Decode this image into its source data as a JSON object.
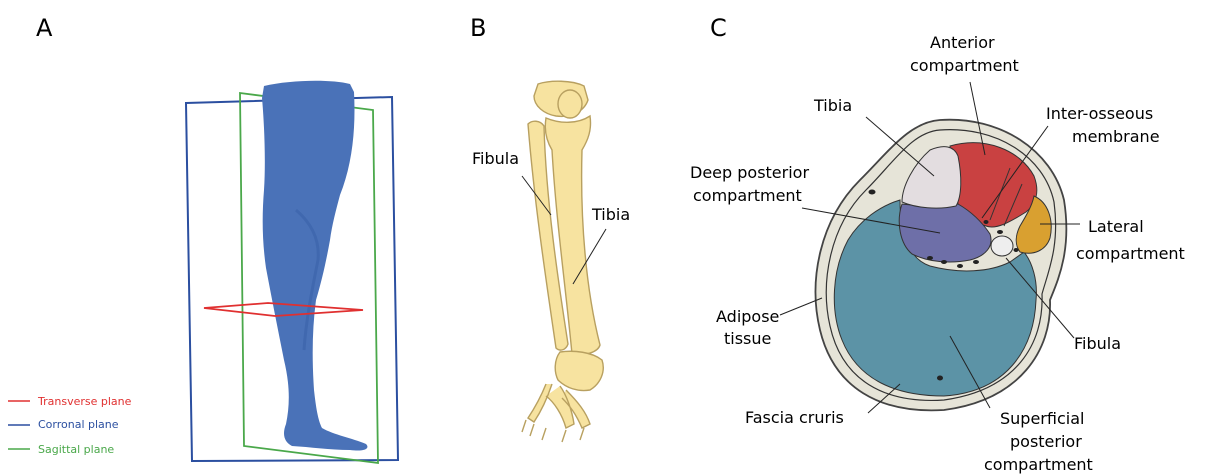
{
  "panels": {
    "a": {
      "letter": "A",
      "legend": [
        {
          "label": "Transverse plane",
          "color": "#e03030"
        },
        {
          "label": "Corronal plane",
          "color": "#2b4fa0"
        },
        {
          "label": "Sagittal plane",
          "color": "#4aa84a"
        }
      ],
      "leg_color": "#4a72b8"
    },
    "b": {
      "letter": "B",
      "labels": {
        "fibula": "Fibula",
        "tibia": "Tibia"
      },
      "bone_color": "#f7e3a0"
    },
    "c": {
      "letter": "C",
      "labels": {
        "anterior_1": "Anterior",
        "anterior_2": "compartment",
        "tibia": "Tibia",
        "interosseous_1": "Inter-osseous",
        "interosseous_2": "membrane",
        "deep_posterior_1": "Deep posterior",
        "deep_posterior_2": "compartment",
        "lateral_1": "Lateral",
        "lateral_2": "compartment",
        "adipose_1": "Adipose",
        "adipose_2": "tissue",
        "fibula": "Fibula",
        "fascia": "Fascia cruris",
        "superficial_1": "Superficial",
        "superficial_2": "posterior",
        "superficial_3": "compartment"
      },
      "colors": {
        "anterior": "#c94141",
        "lateral": "#d9a030",
        "deep_posterior": "#6e6fa8",
        "superficial_posterior": "#5c93a6",
        "tibia": "#e3dde0",
        "adipose": "#e6e4d8"
      }
    }
  }
}
